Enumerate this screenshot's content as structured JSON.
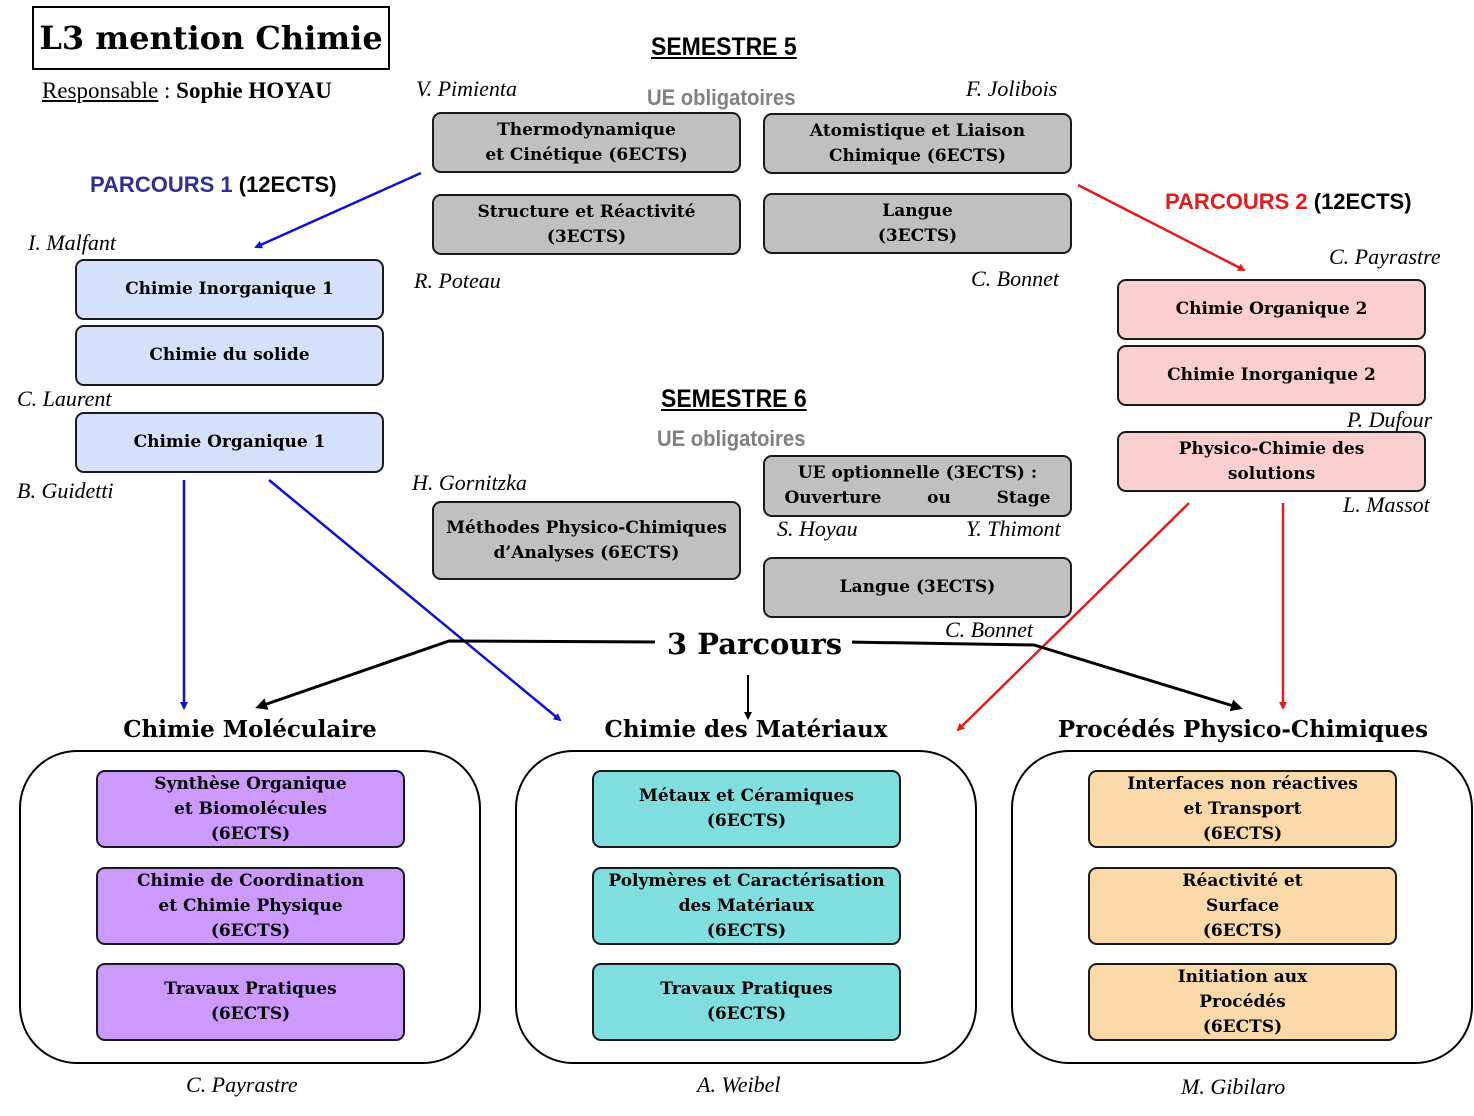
{
  "header": {
    "title": "L3 mention Chimie",
    "responsable_label": "Responsable",
    "responsable_sep": " : ",
    "responsable_name": "Sophie HOYAU"
  },
  "semestre5": {
    "title": "SEMESTRE 5",
    "subtitle": "UE obligatoires",
    "ues": [
      {
        "label": "Thermodynamique\net Cinétique (6ECTS)",
        "teacher": "V. Pimienta"
      },
      {
        "label": "Atomistique et Liaison\nChimique (6ECTS)",
        "teacher": "F. Jolibois"
      },
      {
        "label": "Structure et Réactivité\n(3ECTS)",
        "teacher": "R. Poteau"
      },
      {
        "label": "Langue\n(3ECTS)",
        "teacher": "C. Bonnet"
      }
    ]
  },
  "parcours1": {
    "name": "PARCOURS 1",
    "ects": " (12ECTS)",
    "color": "#2e3192",
    "ues": [
      {
        "label": "Chimie Inorganique 1",
        "teacher": "I. Malfant"
      },
      {
        "label": "Chimie du solide",
        "teacher": "C. Laurent"
      },
      {
        "label": "Chimie Organique 1",
        "teacher": "B. Guidetti"
      }
    ]
  },
  "parcours2": {
    "name": "PARCOURS 2",
    "ects": " (12ECTS)",
    "color": "#e31b1b",
    "ues": [
      {
        "label": "Chimie Organique 2",
        "teacher": "C. Payrastre"
      },
      {
        "label": "Chimie Inorganique 2",
        "teacher": "P. Dufour"
      },
      {
        "label": "Physico-Chimie des\nsolutions",
        "teacher": "L. Massot"
      }
    ]
  },
  "semestre6": {
    "title": "SEMESTRE 6",
    "subtitle": "UE obligatoires",
    "methodes": {
      "label": "Méthodes Physico-Chimiques\nd’Analyses (6ECTS)",
      "teacher": "H. Gornitzka"
    },
    "optionnelle": {
      "line1": "UE optionnelle (3ECTS) :",
      "opt_a": "Ouverture",
      "or": "ou",
      "opt_b": "Stage",
      "teacher_a": "S. Hoyau",
      "teacher_b": "Y. Thimont"
    },
    "langue": {
      "label": "Langue (3ECTS)",
      "teacher": "C. Bonnet"
    }
  },
  "three_parcours": "3 Parcours",
  "tracks": [
    {
      "title": "Chimie Moléculaire",
      "color": "#cc99ff",
      "responsible": "C. Payrastre",
      "ues": [
        "Synthèse Organique\net Biomolécules\n(6ECTS)",
        "Chimie de Coordination\net Chimie Physique\n(6ECTS)",
        "Travaux Pratiques\n(6ECTS)"
      ]
    },
    {
      "title": "Chimie des Matériaux",
      "color": "#80dedf",
      "responsible": "A. Weibel",
      "ues": [
        "Métaux et Céramiques\n(6ECTS)",
        "Polymères et Caractérisation\ndes Matériaux\n(6ECTS)",
        "Travaux Pratiques\n(6ECTS)"
      ]
    },
    {
      "title": "Procédés Physico-Chimiques",
      "color": "#fcd9a8",
      "responsible": "M. Gibilaro",
      "ues": [
        "Interfaces non réactives\net Transport\n(6ECTS)",
        "Réactivité et\nSurface\n(6ECTS)",
        "Initiation aux\nProcédés\n(6ECTS)"
      ]
    }
  ]
}
